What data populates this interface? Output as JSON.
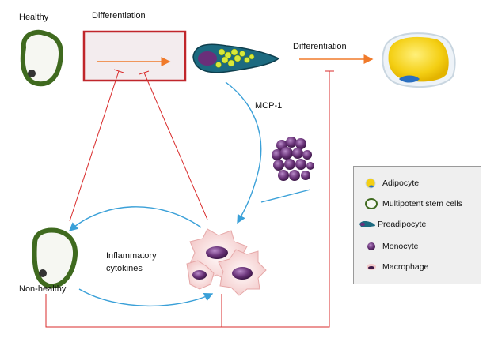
{
  "labels": {
    "healthy": "Healthy",
    "differentiation_top": "Differentiation",
    "differentiation_right": "Differentiation",
    "mcp1": "MCP-1",
    "inflammatory_line1": "Inflammatory",
    "inflammatory_line2": "cytokines",
    "non_healthy": "Non-healthy"
  },
  "legend": {
    "items": [
      {
        "label": "Adipocyte",
        "icon": "adipocyte-icon"
      },
      {
        "label": "Multipotent stem cells",
        "icon": "stem-cell-icon"
      },
      {
        "label": "Preadipocyte",
        "icon": "preadipocyte-icon"
      },
      {
        "label": "Monocyte",
        "icon": "monocyte-icon"
      },
      {
        "label": "Macrophage",
        "icon": "macrophage-icon"
      }
    ]
  },
  "colors": {
    "inhibition": "#d92b2b",
    "differentiation_arrow": "#f07a2a",
    "migration_arrow": "#3aa0d8",
    "stem_cell_ring": "#3f6a1f",
    "adipocyte_fill": "#f7d21a",
    "monocyte": "#5a2a6a"
  }
}
